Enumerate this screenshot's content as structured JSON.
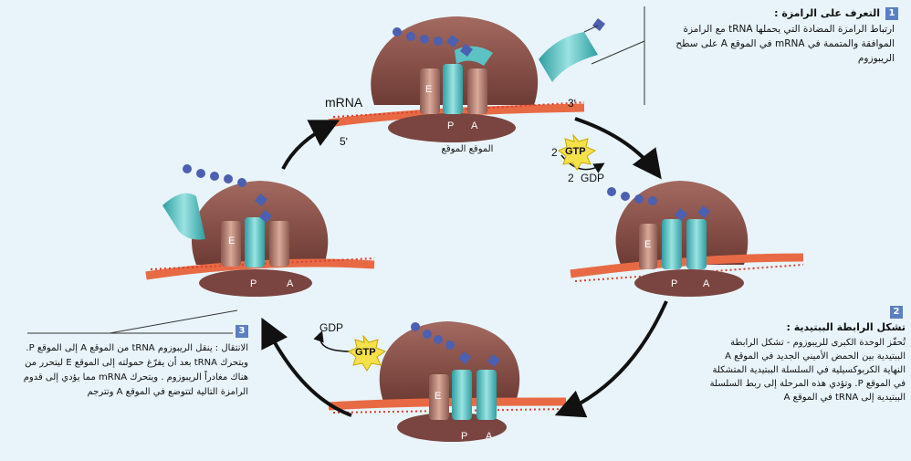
{
  "step1": {
    "number": "1",
    "title": "التعرف على الرامزة :",
    "body": "ارتباط الرامزة المضادة التي يحملها tRNA مع الرامزة الموافقة والمتممة في mRNA في الموقع A على سطح الريبوزوم"
  },
  "step2": {
    "number": "2",
    "title": "تشكل الرابطة الببتيدية :",
    "body": "تُحفّز الوحدة الكبرى للريبوزوم - تشكل الرابطة الببتيدية بين الحمض الأميني الجديد في الموقع A النهاية الكربوكسيلية في السلسلة الببتيدية المتشكلة في الموقع P. وتؤدي هذه المرحلة إلى ربط السلسلة الببتيدية إلى tRNA في الموقع A"
  },
  "step3": {
    "number": "3",
    "body": "الانتقال : ينقل الريبوزوم tRNA من الموقع A إلى الموقع P. ويتحرك tRNA بعد أن يفرّغ حمولته إلى الموقع E ليتحرر من هناك مغادراً الريبوزوم . ويتحرك mRNA مما يؤدي إلى قدوم الرامزة التالية لتتوضع في الموقع A وتترجم"
  },
  "labels": {
    "mrna": "mRNA",
    "five_prime": "5ʹ",
    "three_prime": "3ʹ",
    "site_caption": "الموقع الموقع",
    "gtp_top": "GTP",
    "gdp_top": "GDP",
    "coef_gtp": "2",
    "coef_gdp": "2",
    "gtp_bottom": "GTP",
    "gdp_bottom": "GDP",
    "site_e": "E",
    "site_p": "P",
    "site_a": "A"
  },
  "colors": {
    "background": "#e8f4fa",
    "ribosome_large": "#8a4f47",
    "ribosome_small": "#7a4540",
    "trna": "#5cc2c4",
    "mrna": "#e86a45",
    "amino_acid": "#4d5fb0",
    "gtp_burst": "#f5e14c"
  }
}
